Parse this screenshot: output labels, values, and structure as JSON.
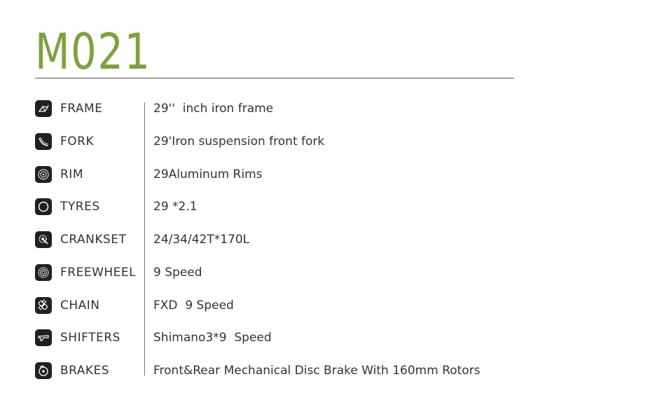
{
  "title": "M021",
  "specs": [
    {
      "icon": "frame-icon",
      "label": "FRAME",
      "value": "29''  inch iron frame"
    },
    {
      "icon": "fork-icon",
      "label": "FORK",
      "value": "29'Iron suspension front fork"
    },
    {
      "icon": "rim-icon",
      "label": "RIM",
      "value": "29Aluminum Rims"
    },
    {
      "icon": "tyre-icon",
      "label": "TYRES",
      "value": "29 *2.1"
    },
    {
      "icon": "crankset-icon",
      "label": "CRANKSET",
      "value": "24/34/42T*170L"
    },
    {
      "icon": "freewheel-icon",
      "label": "FREEWHEEL",
      "value": "9 Speed"
    },
    {
      "icon": "chain-icon",
      "label": "CHAIN",
      "value": "FXD  9 Speed"
    },
    {
      "icon": "shifter-icon",
      "label": "SHIFTERS",
      "value": "Shimano3*9  Speed"
    },
    {
      "icon": "brake-icon",
      "label": "BRAKES",
      "value": "Front&Rear Mechanical Disc Brake With 160mm Rotors"
    }
  ]
}
